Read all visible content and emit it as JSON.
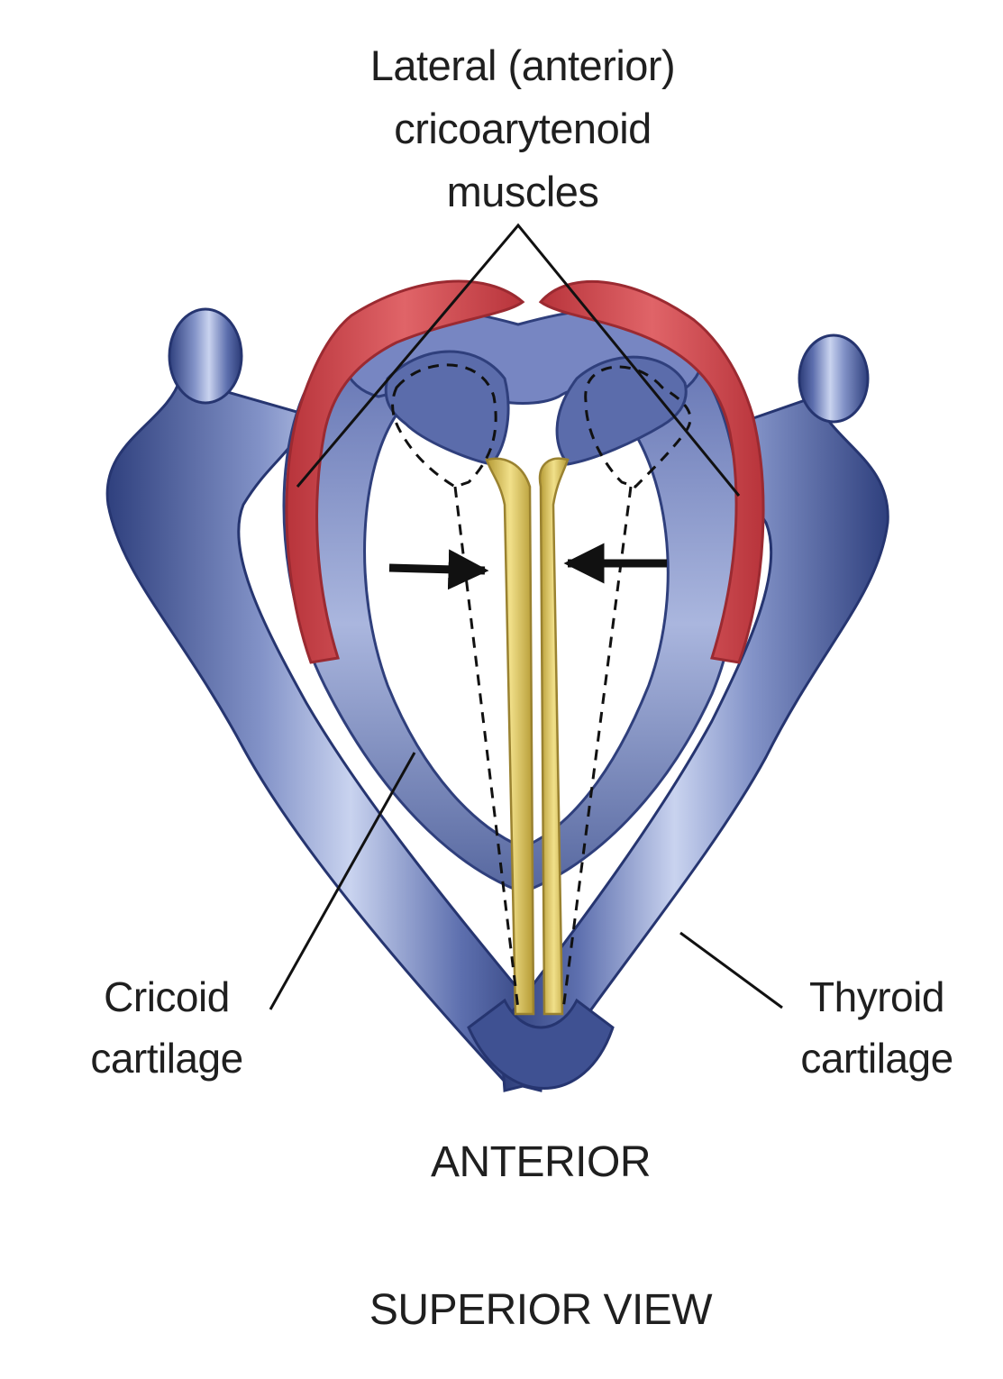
{
  "labels": {
    "muscles": [
      "Lateral (anterior)",
      "cricoarytenoid",
      "muscles"
    ],
    "cricoid": [
      "Cricoid",
      "cartilage"
    ],
    "thyroid": [
      "Thyroid",
      "cartilage"
    ],
    "anterior": "ANTERIOR",
    "superior_view": "SUPERIOR VIEW"
  },
  "colors": {
    "cartilage": "#4a5f9c",
    "cartilage_dark": "#2c3c78",
    "cartilage_light": "#b9c5e6",
    "muscle": "#d24a4f",
    "vocal_fold": "#d9c25a",
    "leader": "#111111"
  }
}
